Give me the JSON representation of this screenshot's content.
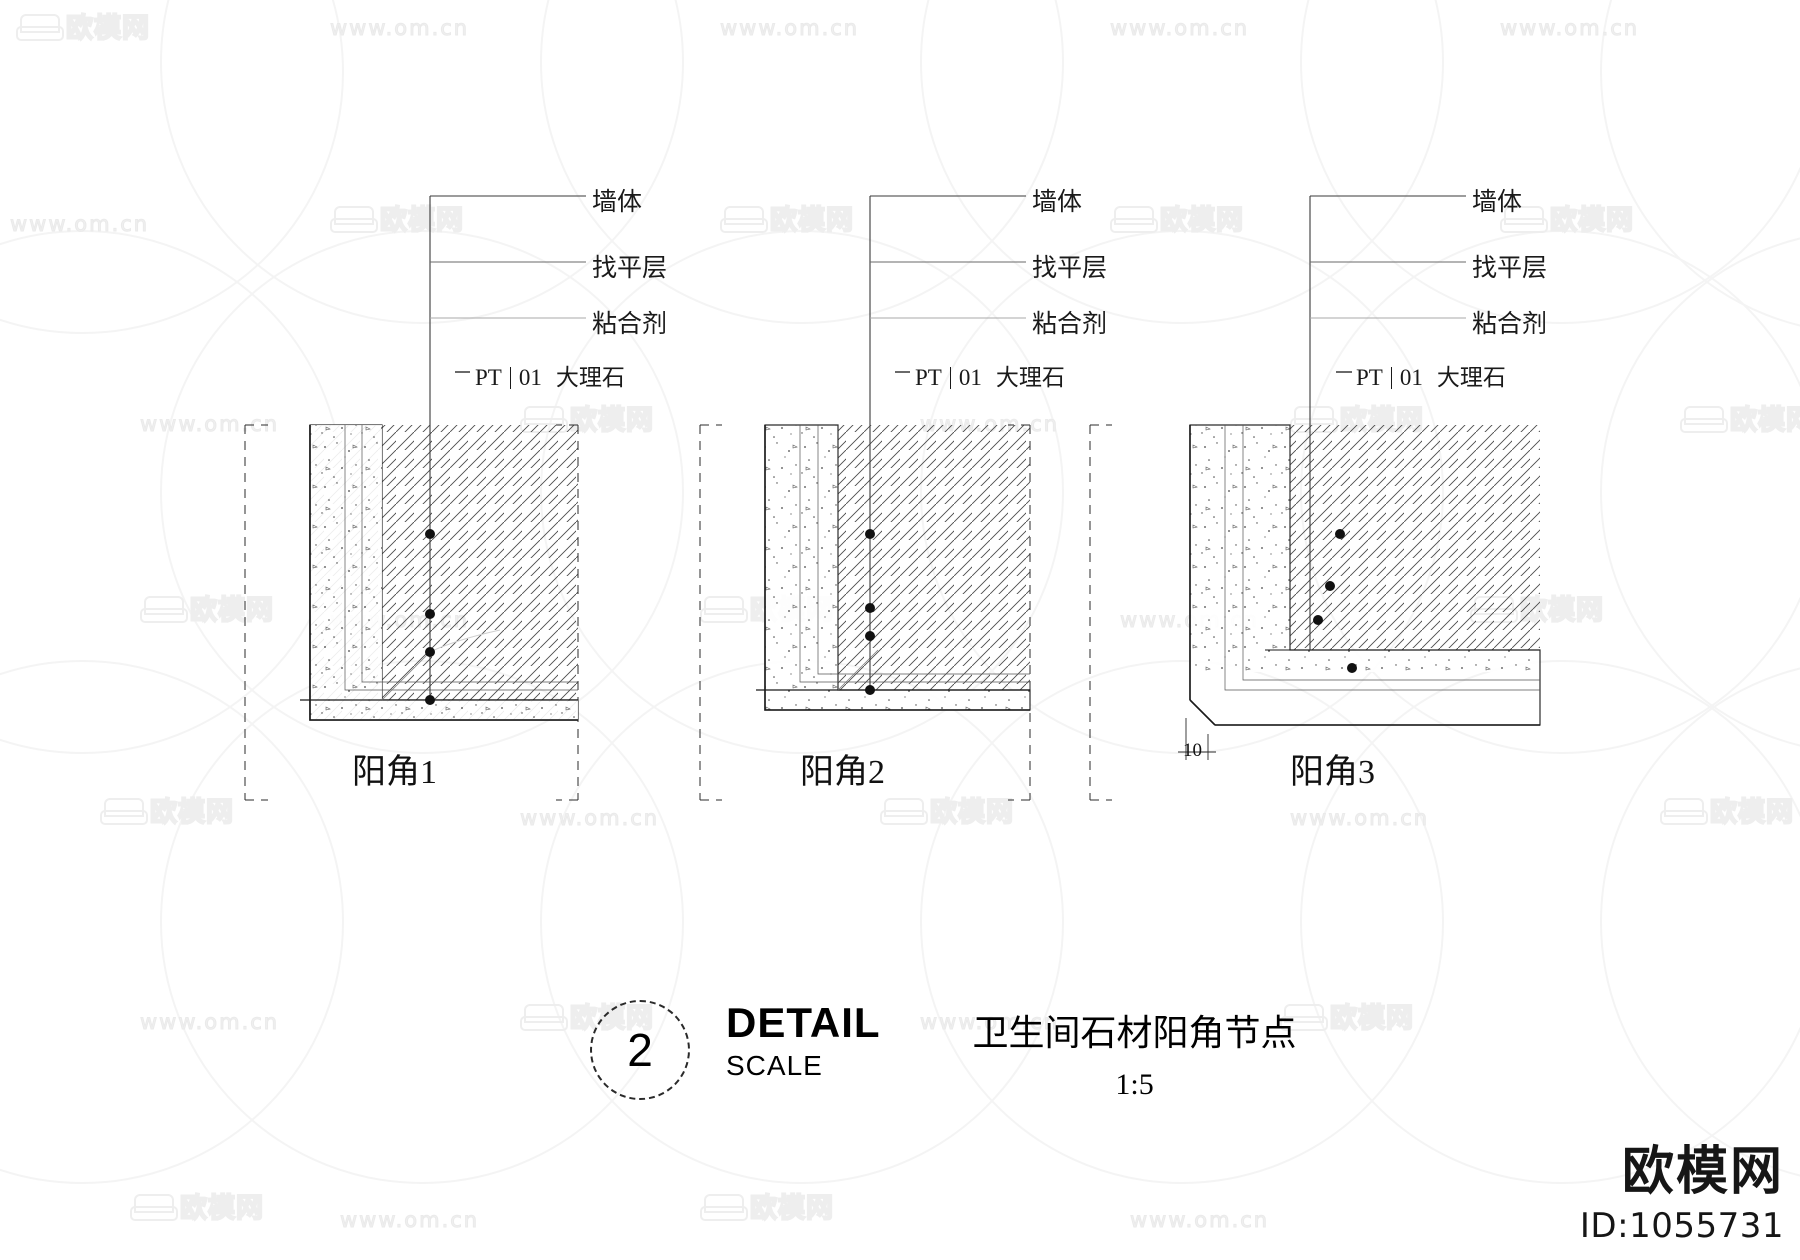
{
  "sheet": {
    "background": "#ffffff",
    "line_color": "#1a1a1a"
  },
  "details": [
    {
      "id": "detail-1",
      "caption": "阳角1",
      "leaders": [
        {
          "key": "wall",
          "label": "墙体"
        },
        {
          "key": "leveling",
          "label": "找平层"
        },
        {
          "key": "adhesive",
          "label": "粘合剂"
        }
      ],
      "material_tag": {
        "code": "PT",
        "number": "01",
        "name": "大理石"
      }
    },
    {
      "id": "detail-2",
      "caption": "阳角2",
      "leaders": [
        {
          "key": "wall",
          "label": "墙体"
        },
        {
          "key": "leveling",
          "label": "找平层"
        },
        {
          "key": "adhesive",
          "label": "粘合剂"
        }
      ],
      "material_tag": {
        "code": "PT",
        "number": "01",
        "name": "大理石"
      }
    },
    {
      "id": "detail-3",
      "caption": "阳角3",
      "leaders": [
        {
          "key": "wall",
          "label": "墙体"
        },
        {
          "key": "leveling",
          "label": "找平层"
        },
        {
          "key": "adhesive",
          "label": "粘合剂"
        }
      ],
      "material_tag": {
        "code": "PT",
        "number": "01",
        "name": "大理石"
      },
      "dimension": "10"
    }
  ],
  "title_block": {
    "bubble_number": "2",
    "detail_word": "DETAIL",
    "scale_word": "SCALE",
    "title_cn": "卫生间石材阳角节点",
    "scale_value": "1:5"
  },
  "brand": {
    "name": "欧模网",
    "id_text": "ID:1055731"
  },
  "watermark": {
    "url_text": "www.om.cn",
    "logo_text": "欧模网"
  }
}
